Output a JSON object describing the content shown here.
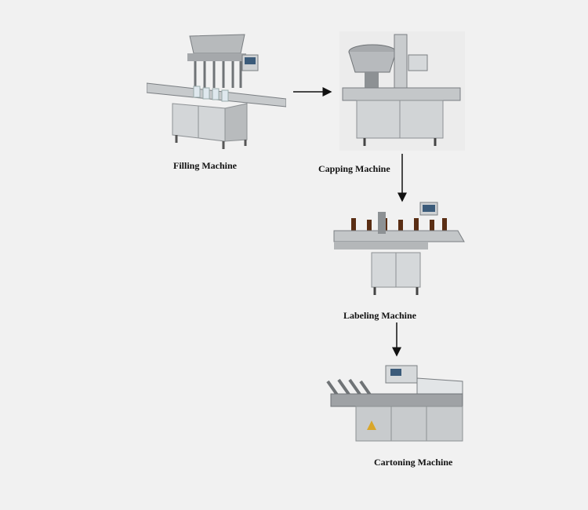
{
  "machines": [
    {
      "id": "filling",
      "label": "Filling Machine",
      "icon": "filling-machine-icon"
    },
    {
      "id": "capping",
      "label": "Capping Machine",
      "icon": "capping-machine-icon"
    },
    {
      "id": "labeling",
      "label": "Labeling Machine",
      "icon": "labeling-machine-icon"
    },
    {
      "id": "cartoning",
      "label": "Cartoning Machine",
      "icon": "cartoning-machine-icon"
    }
  ],
  "colors": {
    "background": "#f1f1f1",
    "steel": "#c9ccce",
    "steel_dark": "#8d9194",
    "arrow": "#111111"
  }
}
